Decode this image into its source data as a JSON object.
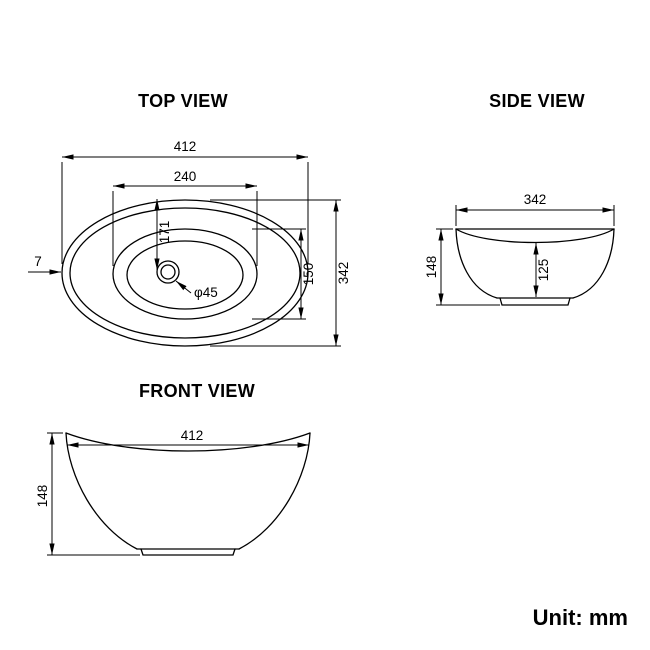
{
  "colors": {
    "line": "#000000",
    "background": "#ffffff"
  },
  "unit_note": "Unit: mm",
  "views": {
    "top": {
      "title": "TOP VIEW",
      "dimensions": {
        "overall_width": "412",
        "basin_opening_width": "240",
        "drain_offset": "171",
        "basin_opening_depth": "150",
        "overall_depth": "342",
        "rim_thickness": "7",
        "drain_diameter": "φ45"
      }
    },
    "side": {
      "title": "SIDE VIEW",
      "dimensions": {
        "overall_depth": "342",
        "overall_height": "148",
        "basin_inner_depth": "125"
      }
    },
    "front": {
      "title": "FRONT VIEW",
      "dimensions": {
        "overall_width": "412",
        "overall_height": "148"
      }
    }
  }
}
